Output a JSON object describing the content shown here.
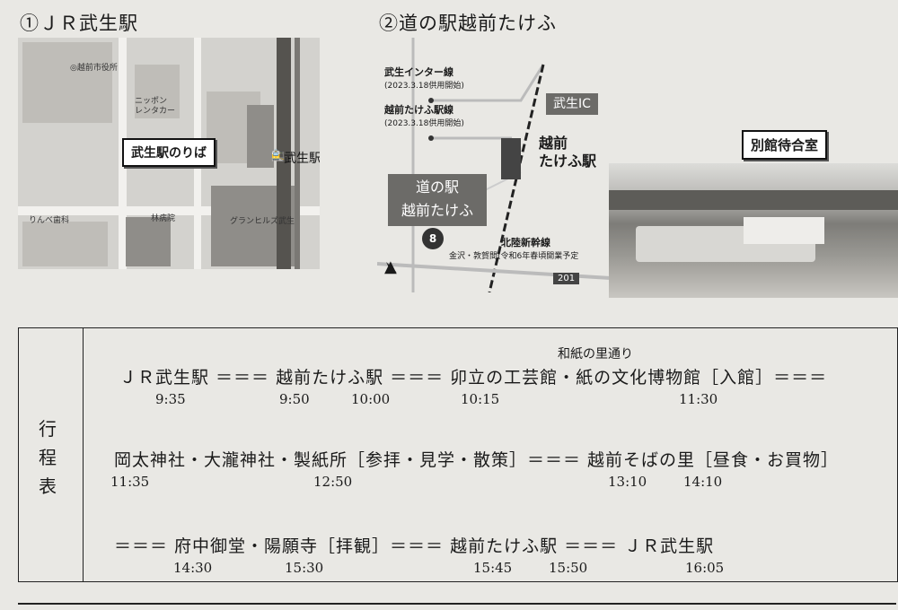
{
  "section1": {
    "title": "①ＪＲ武生駅"
  },
  "map1": {
    "labels": {
      "cityhall": "◎越前市役所",
      "rental": "ニッポン\nレンタカー",
      "station": "武生駅",
      "callout": "武生駅のりば",
      "dental": "りんべ歯科",
      "hospital": "林病院",
      "hotel": "グランヒルズ武生"
    }
  },
  "section2": {
    "title": "②道の駅越前たけふ"
  },
  "map2": {
    "line1": {
      "name": "武生インター線",
      "note": "(2023.3.18供用開始)"
    },
    "line2": {
      "name": "越前たけふ駅線",
      "note": "(2023.3.18供用開始)"
    },
    "ic": "武生IC",
    "station": "越前\nたけふ駅",
    "michinoeki": "道の駅\n越前たけふ",
    "route8": "8",
    "shinkansen": "北陸新幹線",
    "shinkansen_note": "金沢・敦賀間(令和6年春頃開業予定",
    "route201": "201"
  },
  "photo": {
    "callout": "別館待合室"
  },
  "schedule": {
    "label": "行\n程\n表",
    "annotation": "和紙の里通り",
    "row1": "ＪＲ武生駅 ＝＝＝ 越前たけふ駅 ＝＝＝ 卯立の工芸館・紙の文化博物館［入館］＝＝＝",
    "row1_times": [
      "9:35",
      "9:50",
      "10:00",
      "10:15",
      "11:30"
    ],
    "row2": "岡太神社・大瀧神社・製紙所［参拝・見学・散策］＝＝＝ 越前そばの里［昼食・お買物］",
    "row2_times": [
      "11:35",
      "12:50",
      "13:10",
      "14:10"
    ],
    "row3": "＝＝＝ 府中御堂・陽願寺［拝観］＝＝＝ 越前たけふ駅 ＝＝＝ ＪＲ武生駅",
    "row3_times": [
      "14:30",
      "15:30",
      "15:45",
      "15:50",
      "16:05"
    ]
  }
}
